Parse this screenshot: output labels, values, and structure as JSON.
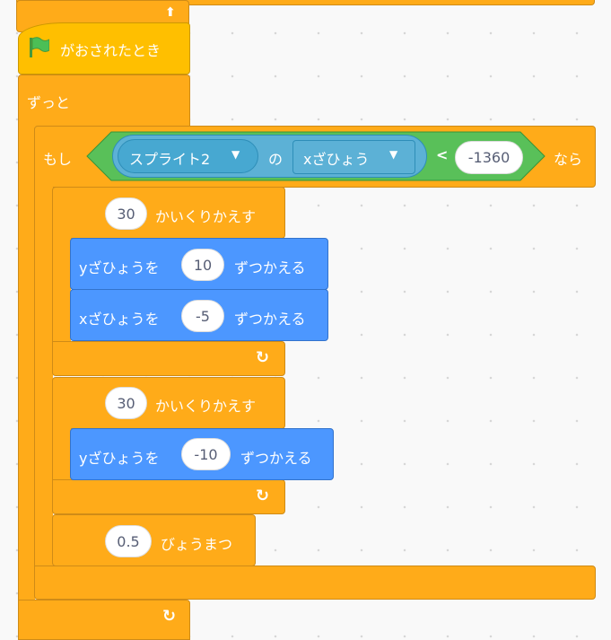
{
  "hat": {
    "label": "がおされたとき",
    "icon": "green-flag-icon"
  },
  "forever": {
    "label": "ずっと"
  },
  "if_block": {
    "if_label": "もし",
    "then_label": "なら",
    "sprite_dropdown": "スプライト2",
    "of_label": "の",
    "property_dropdown": "xざひょう",
    "operator": "<",
    "compare_value": "-1360"
  },
  "repeat1": {
    "count": "30",
    "label": "かいくりかえす",
    "blocks": [
      {
        "prefix": "yざひょうを",
        "value": "10",
        "suffix": "ずつかえる"
      },
      {
        "prefix": "xざひょうを",
        "value": "-5",
        "suffix": "ずつかえる"
      }
    ]
  },
  "repeat2": {
    "count": "30",
    "label": "かいくりかえす",
    "blocks": [
      {
        "prefix": "yざひょうを",
        "value": "-10",
        "suffix": "ずつかえる"
      }
    ]
  },
  "wait": {
    "value": "0.5",
    "label": "びょうまつ"
  },
  "colors": {
    "events": "#ffbf00",
    "control": "#ffab19",
    "motion": "#4c97ff",
    "operators": "#59c059",
    "sensing": "#5cb1d6"
  }
}
